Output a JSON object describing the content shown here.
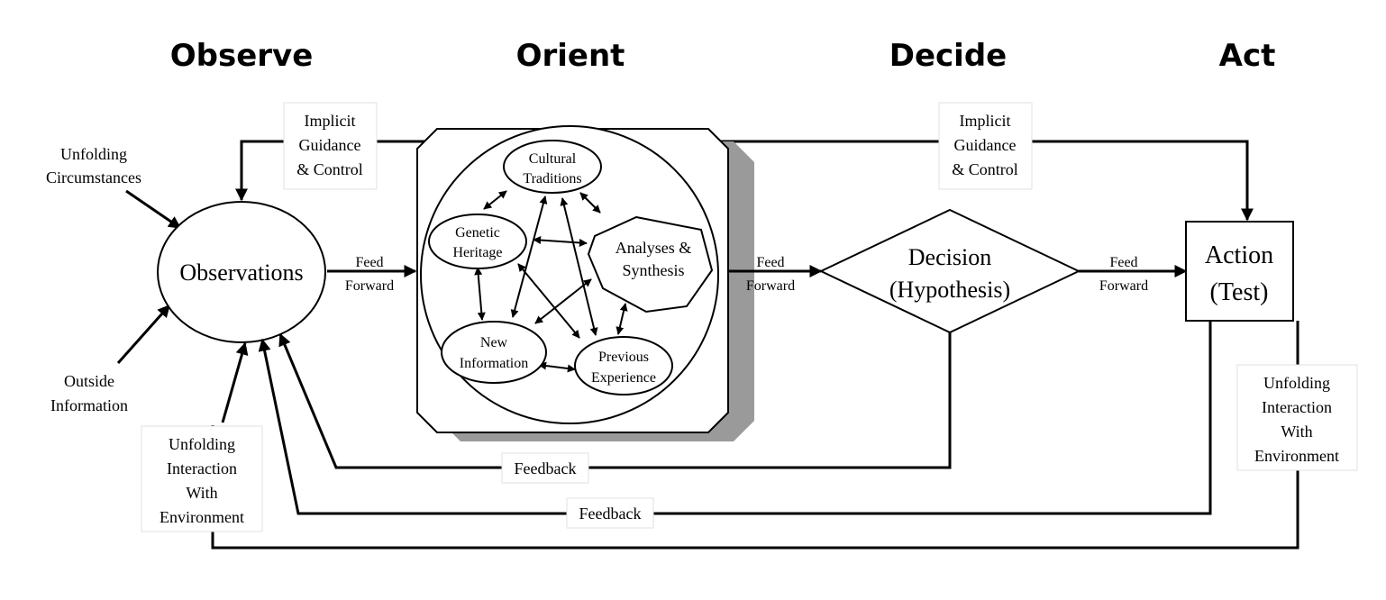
{
  "phases": {
    "observe": "Observe",
    "orient": "Orient",
    "decide": "Decide",
    "act": "Act"
  },
  "observe": {
    "unfolding_circumstances": [
      "Unfolding",
      "Circumstances"
    ],
    "outside_information": [
      "Outside",
      "Information"
    ],
    "observations": "Observations",
    "unfolding_interaction": [
      "Unfolding",
      "Interaction",
      "With",
      "Environment"
    ]
  },
  "guidance_left": [
    "Implicit",
    "Guidance",
    "& Control"
  ],
  "guidance_right": [
    "Implicit",
    "Guidance",
    "& Control"
  ],
  "feed_forward_1": [
    "Feed",
    "Forward"
  ],
  "feed_forward_2": [
    "Feed",
    "Forward"
  ],
  "feed_forward_3": [
    "Feed",
    "Forward"
  ],
  "orient": {
    "cultural_traditions": [
      "Cultural",
      "Traditions"
    ],
    "genetic_heritage": [
      "Genetic",
      "Heritage"
    ],
    "analyses_synthesis": [
      "Analyses &",
      "Synthesis"
    ],
    "new_information": [
      "New",
      "Information"
    ],
    "previous_experience": [
      "Previous",
      "Experience"
    ]
  },
  "decide": {
    "decision": "Decision",
    "hypothesis": "(Hypothesis)"
  },
  "act": {
    "action": "Action",
    "test": "(Test)",
    "unfolding_interaction": [
      "Unfolding",
      "Interaction",
      "With",
      "Environment"
    ]
  },
  "feedback_1": "Feedback",
  "feedback_2": "Feedback"
}
